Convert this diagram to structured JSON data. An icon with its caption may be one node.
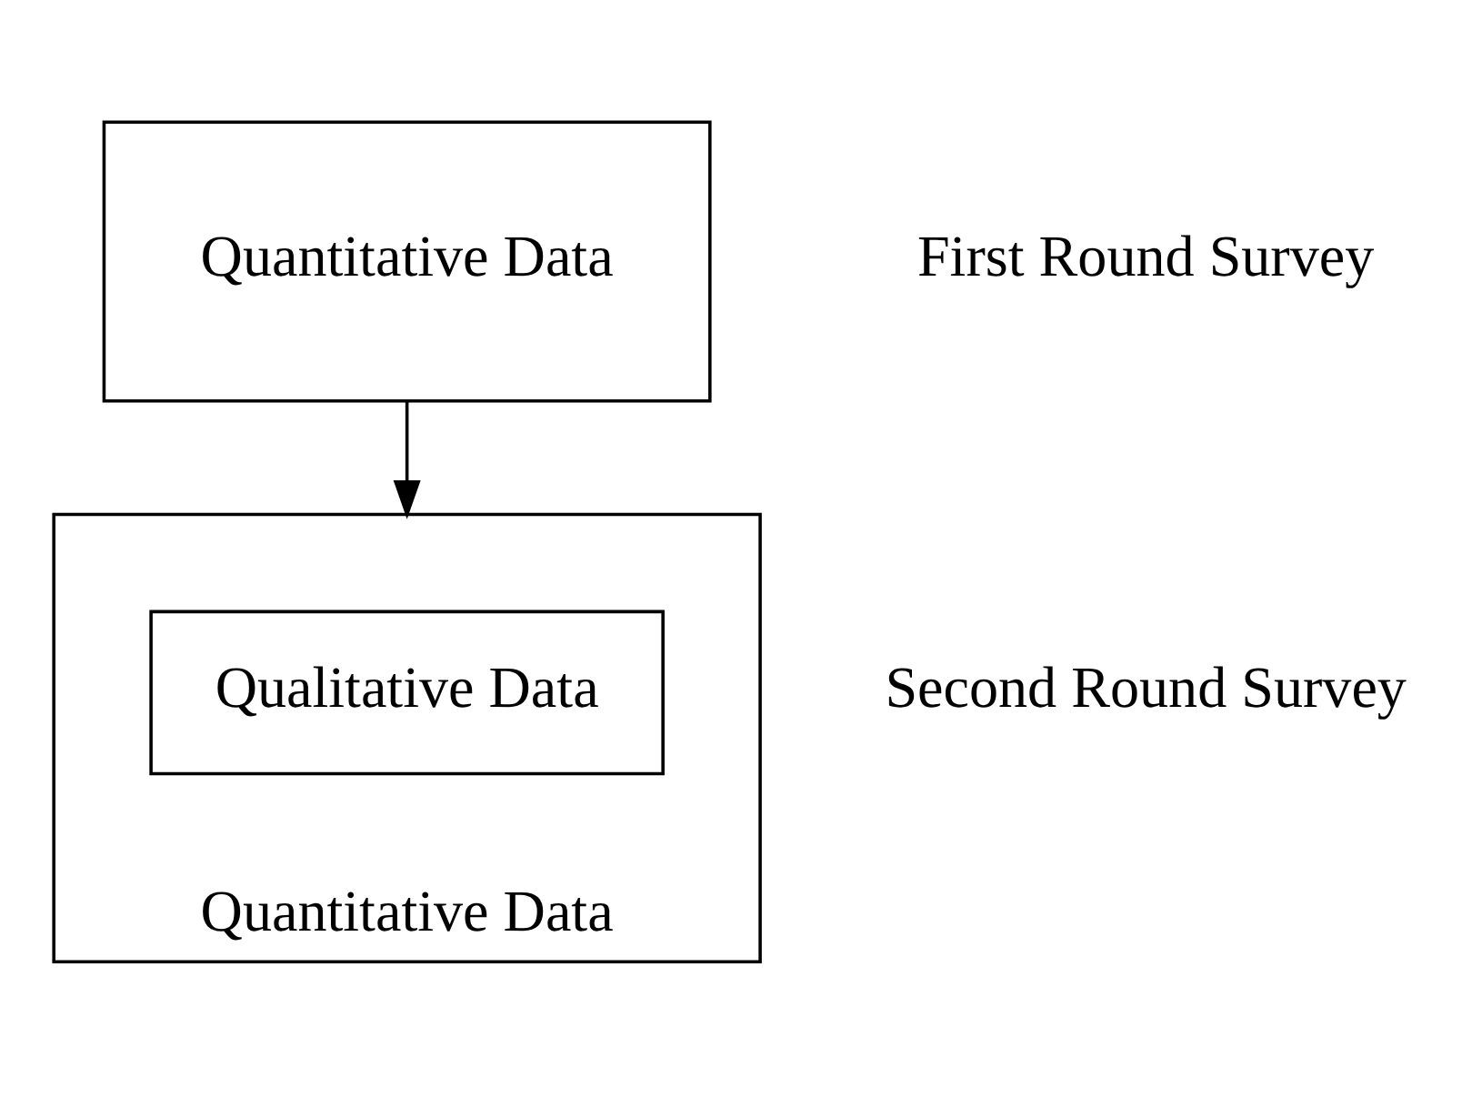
{
  "diagram": {
    "nodes": [
      {
        "text": [
          "Quantitative Data"
        ]
      },
      {
        "text": [
          "Quantitative Data"
        ]
      },
      {
        "text": [
          "Qualitative Data"
        ],
        "in": 1
      }
    ],
    "edges": [
      {
        "from": 0,
        "to": 1,
        "arrow": "to"
      }
    ],
    "labels": [
      "First Round Survey",
      "Second Round Survey"
    ]
  }
}
